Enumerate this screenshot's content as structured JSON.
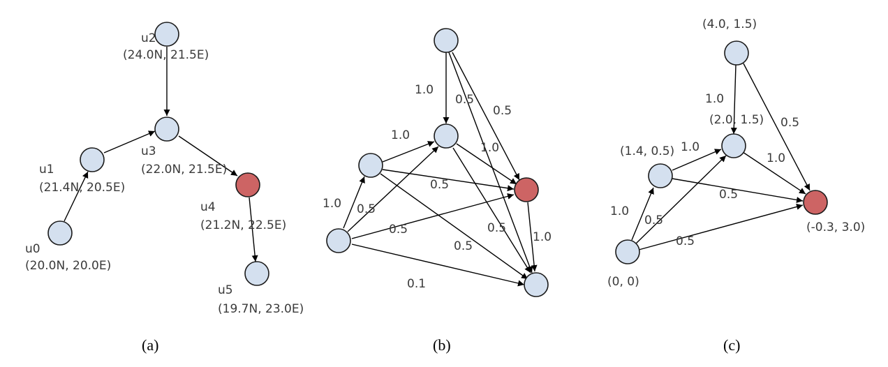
{
  "colors": {
    "normal_node": "#d4e0ef",
    "highlight_node": "#cd6464",
    "edge": "#000000"
  },
  "panel_a": {
    "caption": "(a)",
    "nodes": {
      "u0": {
        "name": "u0",
        "coord": "(20.0N, 20.0E)"
      },
      "u1": {
        "name": "u1",
        "coord": "(21.4N, 20.5E)"
      },
      "u2": {
        "name": "u2",
        "coord": "(24.0N, 21.5E)"
      },
      "u3": {
        "name": "u3",
        "coord": "(22.0N, 21.5E)"
      },
      "u4": {
        "name": "u4",
        "coord": "(21.2N, 22.5E)"
      },
      "u5": {
        "name": "u5",
        "coord": "(19.7N, 23.0E)"
      }
    }
  },
  "panel_b": {
    "caption": "(b)",
    "weights": {
      "top_to_mid": "1.0",
      "top_to_red_left": "0.5",
      "top_to_red_right": "0.5",
      "left_to_mid": "1.0",
      "mid_to_red": "1.0",
      "left_to_red": "0.5",
      "bl_to_left": "1.0",
      "bl_to_mid": "0.5",
      "bl_to_red": "0.5",
      "left_to_br": "0.5",
      "mid_to_br": "0.5",
      "red_to_br": "1.0",
      "bl_to_br": "0.1"
    }
  },
  "panel_c": {
    "caption": "(c)",
    "coords": {
      "top": "(4.0, 1.5)",
      "mid": "(2.0, 1.5)",
      "left": "(1.4, 0.5)",
      "bottom": "(0, 0)",
      "red": "(-0.3, 3.0)"
    },
    "weights": {
      "top_to_mid": "1.0",
      "top_to_red": "0.5",
      "left_to_mid": "1.0",
      "mid_to_red": "1.0",
      "left_to_red": "0.5",
      "bottom_to_left": "1.0",
      "bottom_to_mid": "0.5",
      "bottom_to_red": "0.5"
    }
  }
}
